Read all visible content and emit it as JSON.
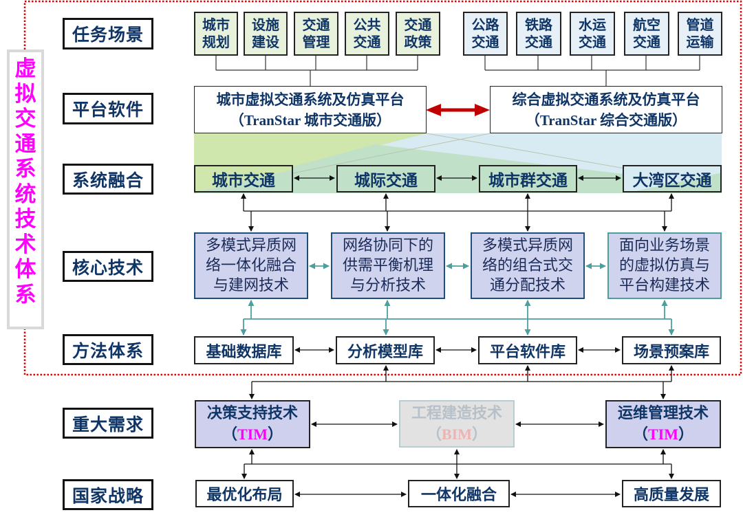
{
  "side_title": [
    "虚",
    "拟",
    "交",
    "通",
    "系",
    "统",
    "技",
    "术",
    "体",
    "系"
  ],
  "row_labels": [
    "任务场景",
    "平台软件",
    "系统融合",
    "核心技术",
    "方法体系",
    "重大需求",
    "国家战略"
  ],
  "task_scenes": {
    "urban": [
      {
        "line1": "城市",
        "line2": "规划"
      },
      {
        "line1": "设施",
        "line2": "建设"
      },
      {
        "line1": "交通",
        "line2": "管理"
      },
      {
        "line1": "公共",
        "line2": "交通"
      },
      {
        "line1": "交通",
        "line2": "政策"
      }
    ],
    "integrated": [
      {
        "line1": "公路",
        "line2": "交通"
      },
      {
        "line1": "铁路",
        "line2": "交通"
      },
      {
        "line1": "水运",
        "line2": "交通"
      },
      {
        "line1": "航空",
        "line2": "交通"
      },
      {
        "line1": "管道",
        "line2": "运输"
      }
    ]
  },
  "platforms": [
    {
      "title": "城市虚拟交通系统及仿真平台",
      "subtitle": "（TranStar  城市交通版）"
    },
    {
      "title": "综合虚拟交通系统及仿真平台",
      "subtitle": "（TranStar 综合交通版）"
    }
  ],
  "integration": [
    "城市交通",
    "城际交通",
    "城市群交通",
    "大湾区交通"
  ],
  "core_tech": [
    {
      "lines": [
        "多模式异质网",
        "络一体化融合",
        "与建网技术"
      ]
    },
    {
      "lines": [
        "网络协同下的",
        "供需平衡机理",
        "与分析技术"
      ]
    },
    {
      "lines": [
        "多模式异质网",
        "络的组合式交",
        "通分配技术"
      ]
    },
    {
      "lines": [
        "面向业务场景",
        "的虚拟仿真与",
        "平台构建技术"
      ]
    }
  ],
  "methods": [
    "基础数据库",
    "分析模型库",
    "平台软件库",
    "场景预案库"
  ],
  "demands": [
    {
      "title": "决策支持技术",
      "paren_open": "（",
      "tag": "TIM",
      "paren_close": "）"
    },
    {
      "title": "工程建造技术",
      "paren_open": "（",
      "tag": "BIM",
      "paren_close": "）"
    },
    {
      "title": "运维管理技术",
      "paren_open": "（",
      "tag": "TIM",
      "paren_close": "）"
    }
  ],
  "strategies": [
    "最优化布局",
    "一体化融合",
    "高质量发展"
  ],
  "colors": {
    "text_navy": "#0f3466",
    "side_title": "#ff00ff",
    "dotted_border": "#e00000",
    "bidirectional_arrow": "#c00000",
    "core_fill": "#cfd3ee",
    "teal_connector": "#4f9e9e",
    "urban_shade": "#cfe6ad",
    "integrated_shade": "#d9ebf2",
    "overlap_shade": "#c0e0c8"
  }
}
